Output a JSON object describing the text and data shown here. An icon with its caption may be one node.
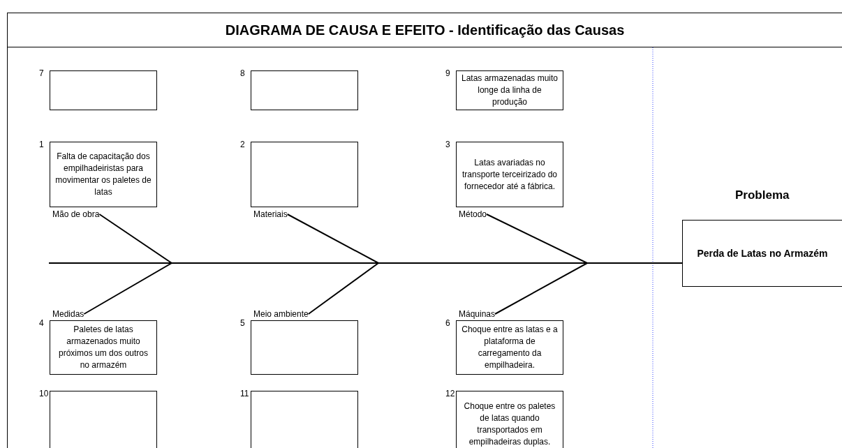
{
  "diagram": {
    "title": "DIAGRAMA DE CAUSA E EFEITO - Identificação das Causas",
    "nodes": [
      {
        "text": [],
        "shape": "box",
        "beside": [
          "7"
        ]
      },
      {
        "text": [],
        "shape": "box",
        "beside": [
          "8"
        ]
      },
      {
        "text": [
          "Latas armazenadas muito longe da linha de produção"
        ],
        "beside": [
          "9"
        ]
      },
      {
        "text": [
          "Falta de capacitação dos empilhadeiristas para movimentar os paletes de latas"
        ],
        "beside": [
          "1"
        ]
      },
      {
        "text": [],
        "shape": "box",
        "beside": [
          "2"
        ]
      },
      {
        "text": [
          "Latas avariadas no transporte terceirizado do fornecedor até a fábrica."
        ],
        "beside": [
          "3"
        ]
      },
      {
        "text": [
          "Problema",
          "Perda de Latas no Armazém"
        ]
      },
      {
        "text": [
          "Mão de obra"
        ]
      },
      {
        "text": [
          "Materiais"
        ]
      },
      {
        "text": [
          "Método"
        ]
      },
      {
        "text": [
          "Medidas"
        ]
      },
      {
        "text": [
          "Meio ambiente"
        ]
      },
      {
        "text": [
          "Máquinas"
        ]
      },
      {
        "text": [
          "Paletes de latas armazenados muito próximos um dos outros no armazém"
        ],
        "beside": [
          "4"
        ]
      },
      {
        "text": [],
        "shape": "box",
        "beside": [
          "5"
        ]
      },
      {
        "text": [
          "Choque entre as latas e a plataforma de carregamento da empilhadeira."
        ],
        "beside": [
          "6"
        ]
      },
      {
        "text": [],
        "shape": "box",
        "beside": [
          "10"
        ]
      },
      {
        "text": [],
        "shape": "box",
        "beside": [
          "11"
        ]
      },
      {
        "text": [
          "Choque entre os paletes de latas quando transportados em empilhadeiras duplas."
        ],
        "beside": [
          "12"
        ]
      }
    ],
    "edges": [
      {
        "from": null,
        "to": 6,
        "arrow": "none"
      },
      {
        "from": 7,
        "to": 6,
        "arrow": "none"
      },
      {
        "from": 8,
        "to": 6,
        "arrow": "none"
      },
      {
        "from": 9,
        "to": 6,
        "arrow": "none"
      },
      {
        "from": 10,
        "to": 6,
        "arrow": "none"
      },
      {
        "from": 11,
        "to": 6,
        "arrow": "none"
      },
      {
        "from": 12,
        "to": 6,
        "arrow": "none"
      }
    ]
  }
}
